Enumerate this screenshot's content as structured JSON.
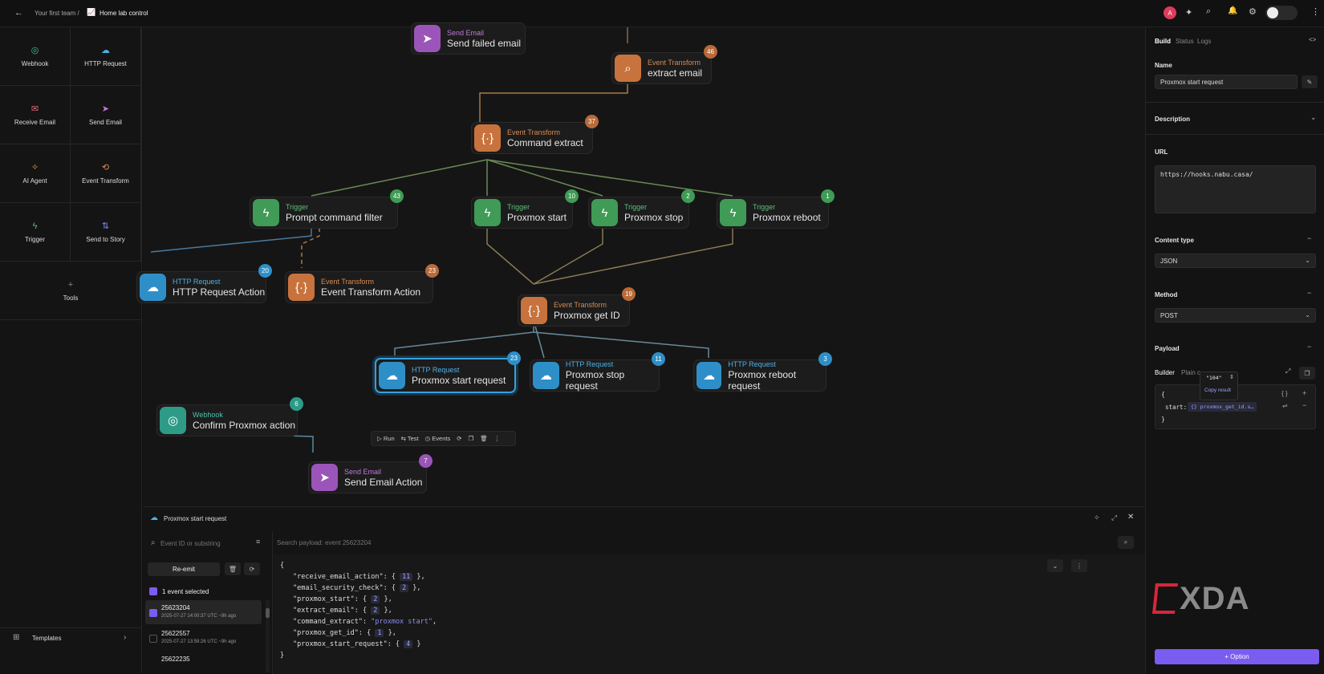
{
  "topbar": {
    "team": "Your first team /",
    "story_title": "Home lab control",
    "avatar_letter": "A"
  },
  "tools": [
    {
      "label": "Webhook",
      "icon": "webhook-icon",
      "color": "#3fbf9f"
    },
    {
      "label": "HTTP Request",
      "icon": "cloud-icon",
      "color": "#4fb0e8"
    },
    {
      "label": "Receive Email",
      "icon": "mail-icon",
      "color": "#e06c75"
    },
    {
      "label": "Send Email",
      "icon": "send-icon",
      "color": "#c07ad8"
    },
    {
      "label": "AI Agent",
      "icon": "sparkle-icon",
      "color": "#e0a040"
    },
    {
      "label": "Event Transform",
      "icon": "transform-icon",
      "color": "#d98a52"
    },
    {
      "label": "Trigger",
      "icon": "bolt-icon",
      "color": "#5fbf77"
    },
    {
      "label": "Send to Story",
      "icon": "story-icon",
      "color": "#7a8cf0"
    },
    {
      "label": "Tools",
      "icon": "plus-icon",
      "color": "#888888"
    }
  ],
  "templates_label": "Templates",
  "nodes": {
    "send_failed": {
      "type": "Send Email",
      "name": "Send failed email"
    },
    "extract_email": {
      "type": "Event Transform",
      "name": "extract email",
      "count": "46"
    },
    "command_extract": {
      "type": "Event Transform",
      "name": "Command extract",
      "count": "37"
    },
    "prompt_filter": {
      "type": "Trigger",
      "name": "Prompt command filter",
      "count": "43"
    },
    "proxmox_start": {
      "type": "Trigger",
      "name": "Proxmox start",
      "count": "10"
    },
    "proxmox_stop": {
      "type": "Trigger",
      "name": "Proxmox stop",
      "count": "2"
    },
    "proxmox_reboot": {
      "type": "Trigger",
      "name": "Proxmox reboot",
      "count": "1"
    },
    "http_action": {
      "type": "HTTP Request",
      "name": "HTTP Request Action",
      "count": "20"
    },
    "transform_action": {
      "type": "Event Transform",
      "name": "Event Transform Action",
      "count": "23"
    },
    "get_id": {
      "type": "Event Transform",
      "name": "Proxmox get ID",
      "count": "19"
    },
    "start_request": {
      "type": "HTTP Request",
      "name": "Proxmox start request",
      "count": "23"
    },
    "stop_request": {
      "type": "HTTP Request",
      "name": "Proxmox stop request",
      "count": "11"
    },
    "reboot_request": {
      "type": "HTTP Request",
      "name": "Proxmox reboot request",
      "count": "3"
    },
    "confirm": {
      "type": "Webhook",
      "name": "Confirm Proxmox action",
      "count": "6"
    },
    "send_action": {
      "type": "Send Email",
      "name": "Send Email Action",
      "count": "7"
    }
  },
  "node_toolbar": {
    "run": "Run",
    "test": "Test",
    "events": "Events"
  },
  "right": {
    "tabs": [
      "Build",
      "Status",
      "Logs"
    ],
    "name_label": "Name",
    "name_value": "Proxmox start request",
    "description_label": "Description",
    "url_label": "URL",
    "url_value": "https://hooks.nabu.casa/",
    "content_type_label": "Content type",
    "content_type_value": "JSON",
    "method_label": "Method",
    "method_value": "POST",
    "payload_label": "Payload",
    "builder_tab": "Builder",
    "plain_tab": "Plain c",
    "tooltip_value": "\"104\"",
    "copy_result": "Copy result",
    "payload_open": "{",
    "payload_key": "start:",
    "payload_pill": "{} proxmox_get_id.s…",
    "payload_close": "}",
    "option_button": "+ Option"
  },
  "bottom": {
    "title": "Proxmox start request",
    "search_placeholder": "Event ID or substring",
    "payload_search_placeholder": "Search payload: event 25623204",
    "reemit": "Re-emit",
    "selected_text": "1 event selected",
    "events": [
      {
        "id": "25623204",
        "time": "2025-07-27 14:00:37 UTC ~9h ago"
      },
      {
        "id": "25622557",
        "time": "2025-07-27 13:59:26 UTC ~9h ago"
      },
      {
        "id": "25622235",
        "time": ""
      }
    ],
    "json_lines": [
      {
        "key": "\"receive_email_action\": { ",
        "pill": "11",
        "end": " },"
      },
      {
        "key": "\"email_security_check\": { ",
        "pill": "2",
        "end": " },"
      },
      {
        "key": "\"proxmox_start\": { ",
        "pill": "2",
        "end": " },"
      },
      {
        "key": "\"extract_email\": { ",
        "pill": "2",
        "end": " },"
      },
      {
        "key": "\"command_extract\": ",
        "str": "\"proxmox start\"",
        "end": ","
      },
      {
        "key": "\"proxmox_get_id\": { ",
        "pill": "1",
        "end": " },"
      },
      {
        "key": "\"proxmox_start_request\": { ",
        "pill": "4",
        "end": " }"
      }
    ],
    "open_brace": "{",
    "close_brace": "}"
  },
  "watermark": "XDA"
}
